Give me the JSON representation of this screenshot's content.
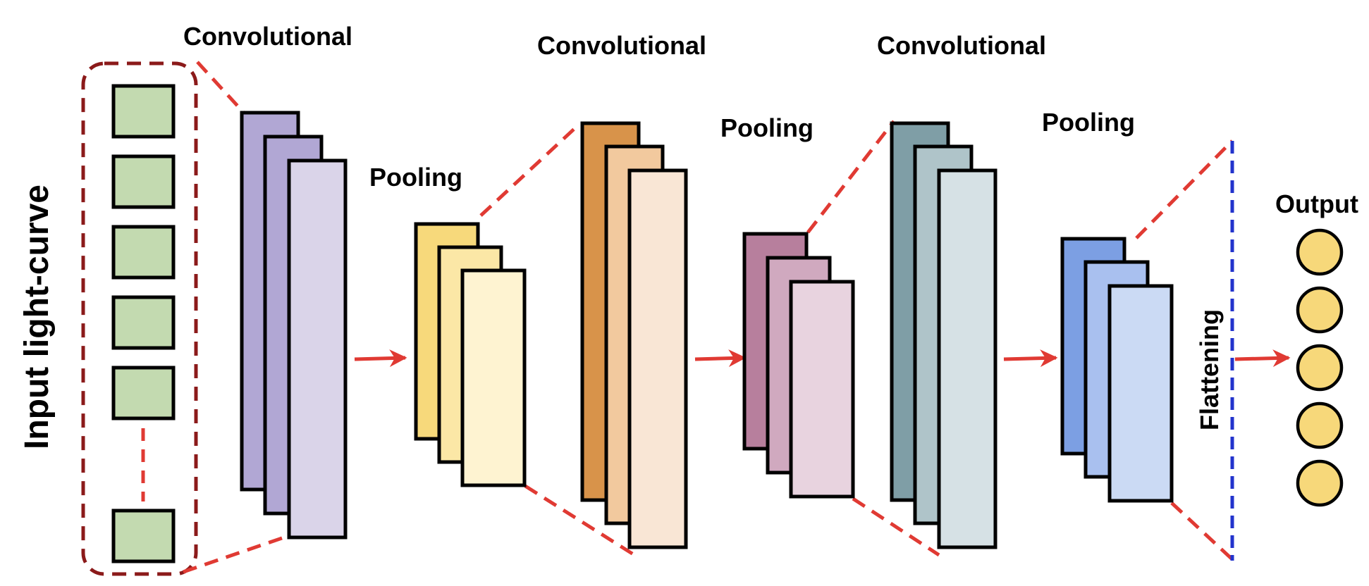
{
  "input": {
    "label": "Input light-curve"
  },
  "stages": [
    {
      "label": "Convolutional"
    },
    {
      "label": "Pooling"
    },
    {
      "label": "Convolutional"
    },
    {
      "label": "Pooling"
    },
    {
      "label": "Convolutional"
    },
    {
      "label": "Pooling"
    }
  ],
  "flatten": {
    "label": "Flattening"
  },
  "output": {
    "label": "Output"
  },
  "colors": {
    "input_border": "#8B1A1A",
    "input_cell": "#C3DAB0",
    "connector": "#E03A33",
    "flatten_line": "#2233CC",
    "output_node": "#F7D87A",
    "conv1": [
      "#B1A7D4",
      "#B1A7D4",
      "#DAD4E9"
    ],
    "pool1": [
      "#F7D97B",
      "#FBE7A6",
      "#FEF3D1"
    ],
    "conv2": [
      "#D8934A",
      "#F2C99E",
      "#F9E6D5"
    ],
    "pool2": [
      "#B77F9D",
      "#D0A9BF",
      "#E8D3DF"
    ],
    "conv3": [
      "#7F9EA6",
      "#AFC4C9",
      "#D6E1E5"
    ],
    "pool3": [
      "#7C9FE3",
      "#A9C0EF",
      "#CBDAF4"
    ]
  }
}
